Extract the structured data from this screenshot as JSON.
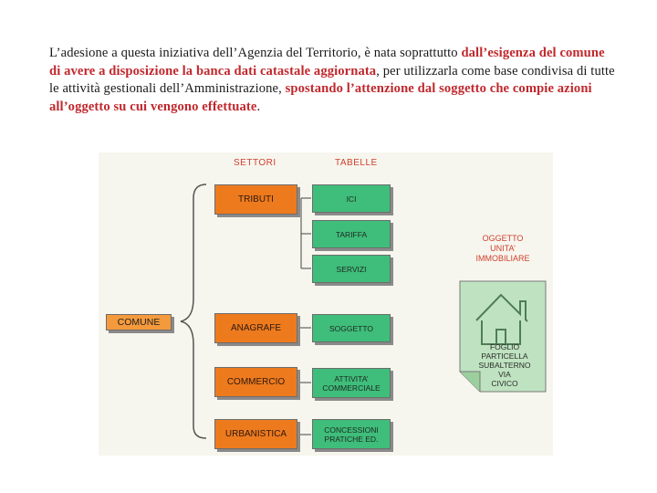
{
  "paragraph": {
    "p1": "L’adesione a questa iniziativa dell’Agenzia del Territorio, è nata soprattutto ",
    "r1": "dall’esigenza del comune di avere a disposizione la banca dati catastale aggiornata",
    "p2": ", per utilizzarla come base condivisa di tutte le attività gestionali dell’Amministrazione, ",
    "r2": "spostando l’attenzione dal soggetto che compie azioni  all’oggetto su cui vengono effettuate",
    "p3": "."
  },
  "diagram": {
    "header_settori": "SETTORI",
    "header_tabelle": "TABELLE",
    "comune": "COMUNE",
    "settori": [
      "TRIBUTI",
      "ANAGRAFE",
      "COMMERCIO",
      "URBANISTICA"
    ],
    "tabelle": [
      "ICI",
      "TARIFFA",
      "SERVIZI",
      "SOGGETTO",
      "ATTIVITA’ COMMERCIALE",
      "CONCESSIONI PRATICHE ED."
    ],
    "oggetto_label": "OGGETTO UNITA’ IMMOBILIARE",
    "oggetto_line1": "OGGETTO",
    "oggetto_line2": "UNITA’",
    "oggetto_line3": "IMMOBILIARE",
    "house_lines": [
      "FOGLIO",
      "PARTICELLA",
      "SUBALTERNO",
      "VIA",
      "CIVICO"
    ],
    "colors": {
      "orange": "#ee7a1e",
      "green": "#3fbd7a",
      "house": "#bfe3c0",
      "header_red": "#d0402f"
    }
  }
}
